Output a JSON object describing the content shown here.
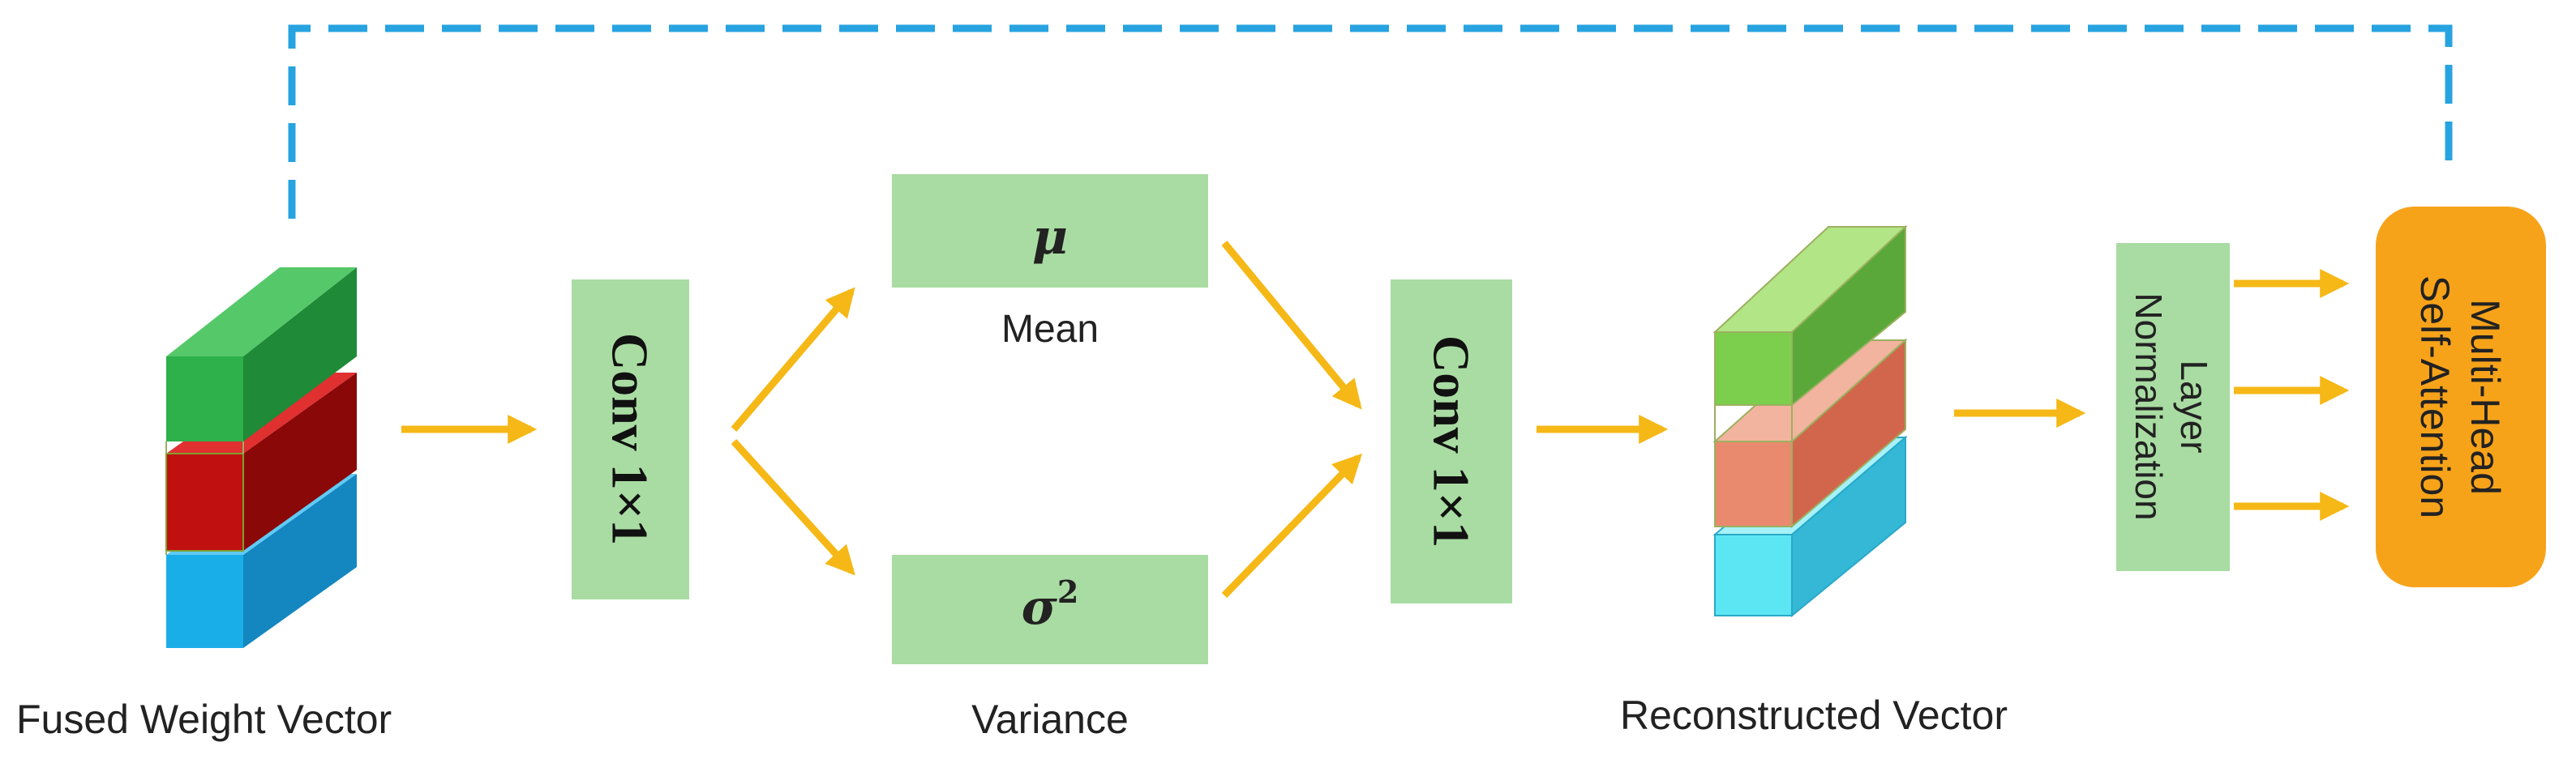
{
  "labels": {
    "fused": "Fused Weight Vector",
    "variance": "Variance",
    "reconstructed": "Reconstructed Vector",
    "mean": "Mean"
  },
  "boxes": {
    "conv1": "Conv 1×1",
    "conv2": "Conv 1×1",
    "mu": "μ",
    "sigma": "σ",
    "sigma_exp": "2",
    "layer_norm_line1": "Layer",
    "layer_norm_line2": "Normalization",
    "mhsa_line1": "Multi-Head",
    "mhsa_line2": "Self-Attention"
  },
  "colors": {
    "arrow": "#f5b816",
    "dash": "#27a3e0",
    "green_box": "#a9dca2",
    "orange_box": "#f7a31a",
    "block_green": "#2eb04b",
    "block_red": "#c01010",
    "block_blue": "#1aaee8",
    "block_green_light": "#7ccf4c",
    "block_salmon": "#e98a6e",
    "block_cyan": "#5ce6f4"
  }
}
